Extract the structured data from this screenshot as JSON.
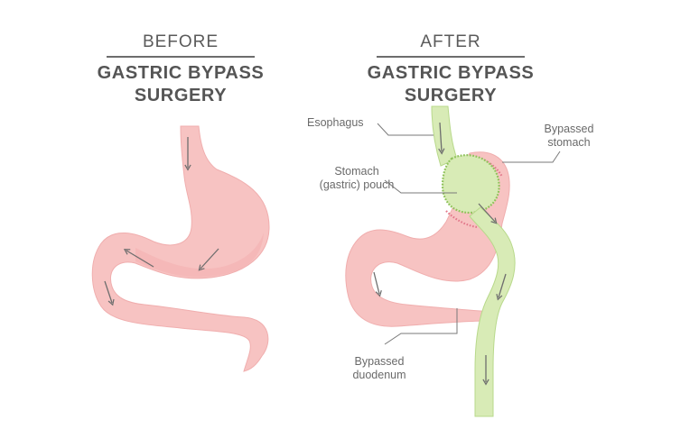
{
  "before": {
    "label": "BEFORE",
    "title_line1": "GASTRIC BYPASS",
    "title_line2": "SURGERY"
  },
  "after": {
    "label": "AFTER",
    "title_line1": "GASTRIC BYPASS",
    "title_line2": "SURGERY"
  },
  "labels": {
    "esophagus": "Esophagus",
    "pouch_line1": "Stomach",
    "pouch_line2": "(gastric) pouch",
    "bypassed_stomach_line1": "Bypassed",
    "bypassed_stomach_line2": "stomach",
    "bypassed_duodenum_line1": "Bypassed",
    "bypassed_duodenum_line2": "duodenum"
  },
  "colors": {
    "stomach_fill": "#f7c3c2",
    "stomach_edge": "#f0aeae",
    "pouch_fill": "#d8ebb6",
    "staple_green": "#8fc25b",
    "staple_red": "#e2788b",
    "arrow": "#6e6e6e",
    "leader": "#7a7a7a",
    "text": "#5a5a5a"
  }
}
